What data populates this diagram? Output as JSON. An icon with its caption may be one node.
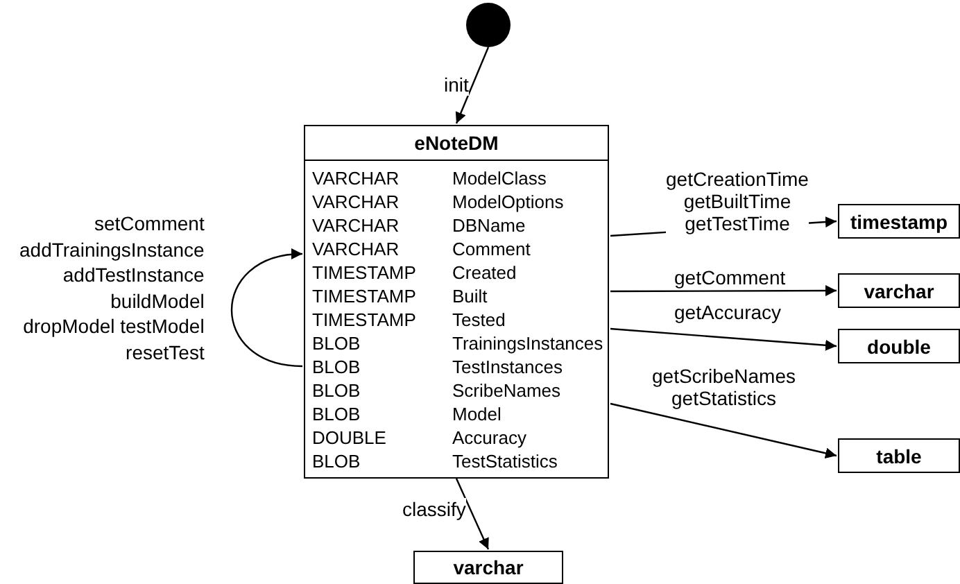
{
  "diagram": {
    "nodes": [
      {
        "text": [],
        "shape": "circle"
      },
      {
        "text": [
          "eNoteDM",
          "VARCHAR",
          "ModelClass",
          "VARCHAR",
          "ModelOptions",
          "VARCHAR",
          "DBName",
          "VARCHAR",
          "Comment",
          "TIMESTAMP",
          "Created",
          "TIMESTAMP",
          "Built",
          "TIMESTAMP",
          "Tested",
          "BLOB",
          "TrainingsInstances",
          "BLOB",
          "TestInstances",
          "BLOB",
          "ScribeNames",
          "BLOB",
          "Model",
          "DOUBLE",
          "Accuracy",
          "BLOB",
          "TestStatistics"
        ]
      },
      {
        "text": [
          "timestamp"
        ]
      },
      {
        "text": [
          "varchar"
        ]
      },
      {
        "text": [
          "double"
        ]
      },
      {
        "text": [
          "table"
        ]
      },
      {
        "text": [
          "varchar"
        ]
      }
    ],
    "edges": [
      {
        "from": 0,
        "to": 1,
        "arrow": "to",
        "label": "init"
      },
      {
        "from": 1,
        "to": 1,
        "arrow": "to",
        "label": "setComment addTrainingsInstance addTestInstance buildModel dropModel testModel resetTest"
      },
      {
        "from": 1,
        "to": 2,
        "arrow": "to",
        "label": "getCreationTime getBuiltTime getTestTime"
      },
      {
        "from": 1,
        "to": 3,
        "arrow": "to",
        "label": "getComment"
      },
      {
        "from": 1,
        "to": 4,
        "arrow": "to",
        "label": "getAccuracy"
      },
      {
        "from": 1,
        "to": 5,
        "arrow": "to",
        "label": "getScribeNames getStatistics"
      },
      {
        "from": 1,
        "to": 6,
        "arrow": "to",
        "label": "classify"
      }
    ]
  }
}
